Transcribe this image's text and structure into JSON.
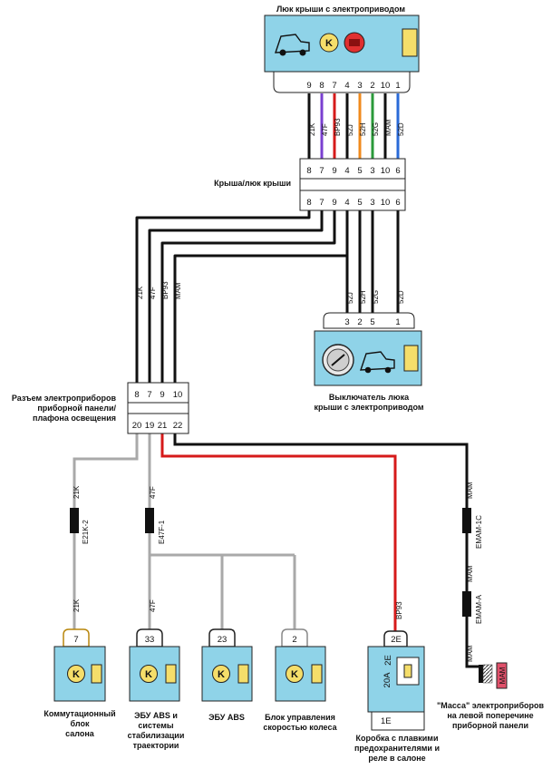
{
  "labels": {
    "sunroof_title": "Люк крыши с электроприводом",
    "roof_connector": "Крыша/люк крыши",
    "panel_connector_1": "Разъем электроприборов",
    "panel_connector_2": "приборной панели/",
    "panel_connector_3": "плафона освещения",
    "switch_1": "Выключатель люка",
    "switch_2": "крыши с электроприводом",
    "comm_1": "Коммутационный",
    "comm_2": "блок",
    "comm_3": "салона",
    "abs_esp_1": "ЭБУ ABS и",
    "abs_esp_2": "системы",
    "abs_esp_3": "стабилизации",
    "abs_esp_4": "траектории",
    "abs_1": "ЭБУ ABS",
    "speed_1": "Блок управления",
    "speed_2": "скоростью колеса",
    "fuse_1": "Коробка с плавкими",
    "fuse_2": "предохранителями и",
    "fuse_3": "реле в салоне",
    "ground_1": "\"Масса\" электроприборов",
    "ground_2": "на левой поперечине",
    "ground_3": "приборной панели"
  },
  "sunroof": {
    "pins": [
      "9",
      "8",
      "7",
      "4",
      "3",
      "2",
      "10",
      "1"
    ],
    "wires": [
      "21K",
      "47F",
      "BP93",
      "52J",
      "52H",
      "52G",
      "MAM",
      "52D"
    ]
  },
  "roof_connector": {
    "top_pins": [
      "8",
      "7",
      "9",
      "4",
      "5",
      "3",
      "10",
      "6"
    ],
    "bottom_pins": [
      "8",
      "7",
      "9",
      "4",
      "5",
      "3",
      "10",
      "6"
    ]
  },
  "panel_wires": [
    "21K",
    "47F",
    "BP93",
    "MAM"
  ],
  "switch": {
    "wires": [
      "52J",
      "52H",
      "52G",
      "52D"
    ],
    "pins": [
      "3",
      "2",
      "5",
      "1"
    ]
  },
  "panel_connector": {
    "top_pins": [
      "8",
      "7",
      "9",
      "10"
    ],
    "bottom_pins": [
      "20",
      "19",
      "21",
      "22"
    ]
  },
  "branches": {
    "w1_upper": "21K",
    "w1_conn": "E21K-2",
    "w1_lower": "21K",
    "w2_upper": "47F",
    "w2_conn": "E47F-1",
    "w2_lower": "47F",
    "w3": "BP93",
    "w4_upper": "MAM",
    "w4_conn1": "EMAM-1C",
    "w4_mid": "MAM",
    "w4_conn2": "EMAM-A",
    "w4_lower": "MAM",
    "ground_code": "MAM"
  },
  "components": {
    "comm_pin": "7",
    "abs_esp_pin": "33",
    "abs_pin": "23",
    "speed_pin": "2",
    "fuse_pin_top": "2E",
    "fuse_pin_inner": "2E",
    "fuse_rating": "20A",
    "fuse_pin_bottom": "1E",
    "ecu_letter": "K"
  },
  "colors": {
    "connector_fill": "#8fd3e8",
    "tab_yellow": "#f5de6a",
    "wire_black": "#111111",
    "wire_gray": "#a9a9a9",
    "wire_red": "#d61a1a",
    "wire_purple": "#7a3fd0",
    "wire_orange": "#f08a1c",
    "wire_green": "#2a9a3a",
    "wire_blue": "#2a6ad8",
    "ground_red": "#e0506a"
  }
}
